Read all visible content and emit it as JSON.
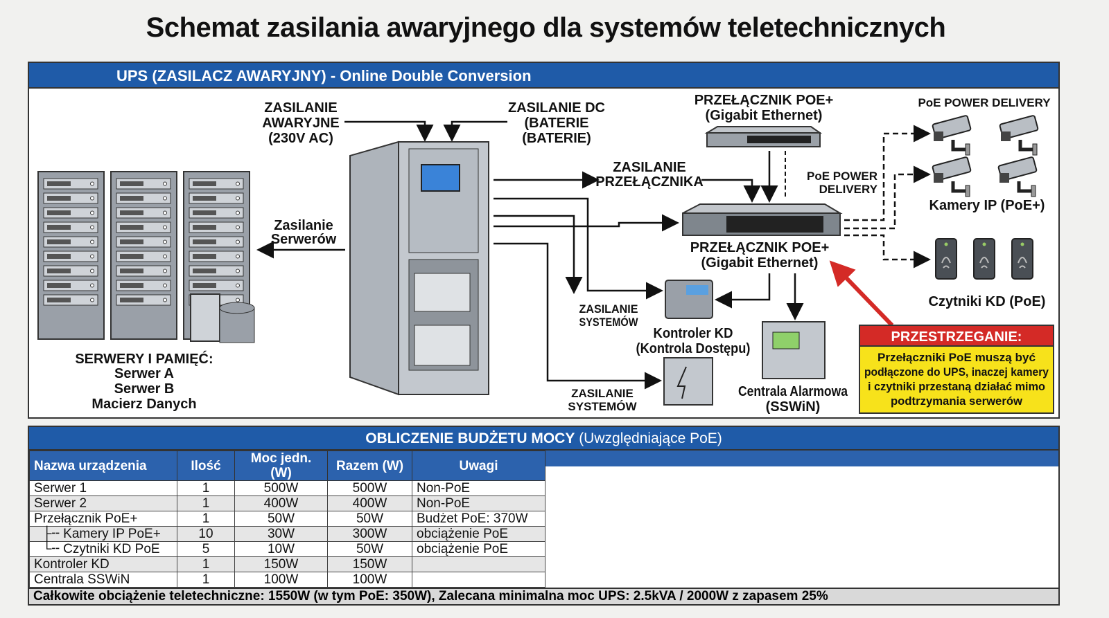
{
  "title": "Schemat zasilania awaryjnego dla systemów teletechnicznych",
  "ups_panel": {
    "header": "UPS (ZASILACZ AWARYJNY) - Online Double Conversion",
    "labels": {
      "ac_input": [
        "ZASILANIE",
        "AWARYJNE",
        "(230V AC)"
      ],
      "dc_input": [
        "ZASILANIE DC",
        "(BATERIE",
        "(BATERIE)"
      ],
      "servers_feed": [
        "Zasilanie",
        "Serwerów"
      ],
      "switch_feed": [
        "ZASILANIE",
        "PRZEŁĄCZNIKA"
      ],
      "systems_feed_1": [
        "ZASILANIE",
        "SYSTEMÓW"
      ],
      "systems_feed_2": [
        "ZASILANIE",
        "SYSTEMÓW"
      ],
      "top_switch": [
        "PRZEŁĄCZNIK POE+",
        "(Gigabit Ethernet)"
      ],
      "main_switch": [
        "PRZEŁĄCZNIK POE+",
        "(Gigabit Ethernet)"
      ],
      "poe_delivery_top": "PoE POWER DELIVERY",
      "poe_delivery_side": [
        "PoE POWER",
        "DELIVERY"
      ],
      "cameras": "Kamery IP (PoE+)",
      "readers": "Czytniki KD (PoE)",
      "controller": [
        "Kontroler KD",
        "(Kontrola Dostępu)"
      ],
      "alarm": [
        "Centrala Alarmowa",
        "(SSWiN)"
      ],
      "servers": [
        "SERWERY I PAMIĘĆ:",
        "Serwer A",
        "Serwer B",
        "Macierz Danych"
      ]
    },
    "warning": {
      "title": "PRZESTRZEGANIE:",
      "lines": [
        "Przełączniki PoE muszą być",
        "podłączone do UPS, inaczej kamery",
        "i czytniki przestaną działać mimo",
        "podtrzymania serwerów"
      ],
      "colors": {
        "header": "#d42a26",
        "body": "#f7e21b"
      }
    },
    "colors": {
      "accent": "#1f5ba8",
      "arrow_red": "#d42a26"
    }
  },
  "budget": {
    "header_bold": "OBLICZENIE BUDŻETU MOCY",
    "header_rest": " (Uwzględniające PoE)",
    "columns": [
      "Nazwa urządzenia",
      "Ilość",
      "Moc jedn. (W)",
      "Razem (W)",
      "Uwagi"
    ],
    "rows": [
      [
        "Serwer 1",
        "1",
        "500W",
        "500W",
        "Non-PoE"
      ],
      [
        "Serwer 2",
        "1",
        "400W",
        "400W",
        "Non-PoE"
      ],
      [
        "Przełącznik PoE+",
        "1",
        "50W",
        "50W",
        "Budżet PoE: 370W"
      ],
      [
        "├╌ Kamery IP PoE+",
        "10",
        "30W",
        "300W",
        "obciążenie PoE"
      ],
      [
        "└╌ Czytniki KD PoE",
        "5",
        "10W",
        "50W",
        "obciążenie PoE"
      ],
      [
        "Kontroler KD",
        "1",
        "150W",
        "150W",
        ""
      ],
      [
        "Centrala SSWiN",
        "1",
        "100W",
        "100W",
        ""
      ]
    ],
    "total": "Całkowite obciążenie teletechniczne: 1550W (w tym PoE: 350W), Zalecana minimalna moc UPS: 2.5kVA / 2000W z zapasem 25%"
  }
}
